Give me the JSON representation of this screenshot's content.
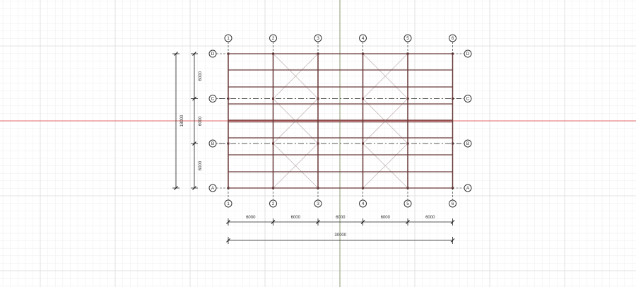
{
  "drawing": {
    "colors": {
      "background": "#ffffff",
      "grid_minor": "#eeeeee",
      "grid_major": "#dcdcdc",
      "x_axis": "#e06a6a",
      "y_axis": "#8a9a70",
      "beam": "#6b3a3a",
      "bracing": "#b9a8a8",
      "annotation": "#333333"
    },
    "column_axes": [
      "1",
      "2",
      "3",
      "4",
      "5",
      "6"
    ],
    "row_axes": [
      "A",
      "B",
      "C",
      "D"
    ],
    "horizontal_dimensions": [
      "6000",
      "6000",
      "6000",
      "6000",
      "6000"
    ],
    "horizontal_total": "30000",
    "vertical_dimensions": [
      "6000",
      "6000",
      "6000"
    ],
    "vertical_total": "18000"
  }
}
